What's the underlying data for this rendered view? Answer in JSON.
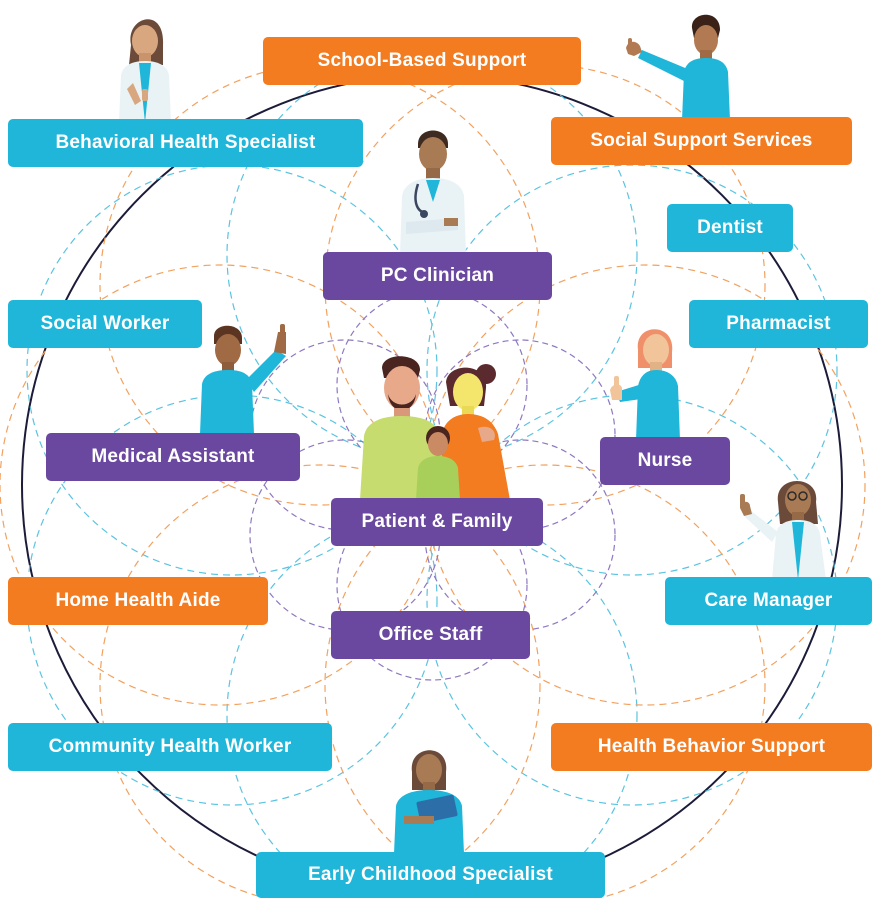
{
  "colors": {
    "teal": "#1fb6d9",
    "orange": "#f37b20",
    "purple": "#6a48a0",
    "outer_circle": "#1c1c3a",
    "dashed_teal": "#5ac3e0",
    "dashed_orange": "#f2a15e",
    "dashed_purple": "#8e78c0"
  },
  "roles": {
    "school_based_support": "School-Based Support",
    "behavioral_health_specialist": "Behavioral Health Specialist",
    "social_support_services": "Social Support Services",
    "dentist": "Dentist",
    "pc_clinician": "PC Clinician",
    "social_worker": "Social Worker",
    "pharmacist": "Pharmacist",
    "medical_assistant": "Medical Assistant",
    "nurse": "Nurse",
    "patient_family": "Patient & Family",
    "home_health_aide": "Home Health Aide",
    "care_manager": "Care Manager",
    "office_staff": "Office Staff",
    "community_health_worker": "Community Health Worker",
    "health_behavior_support": "Health Behavior Support",
    "early_childhood_specialist": "Early Childhood Specialist"
  },
  "illustrations": [
    "behavioral-health-specialist-figure",
    "social-support-services-figure",
    "pc-clinician-figure",
    "medical-assistant-figure",
    "nurse-figure",
    "patient-family-figure",
    "care-manager-figure",
    "early-childhood-specialist-figure"
  ]
}
